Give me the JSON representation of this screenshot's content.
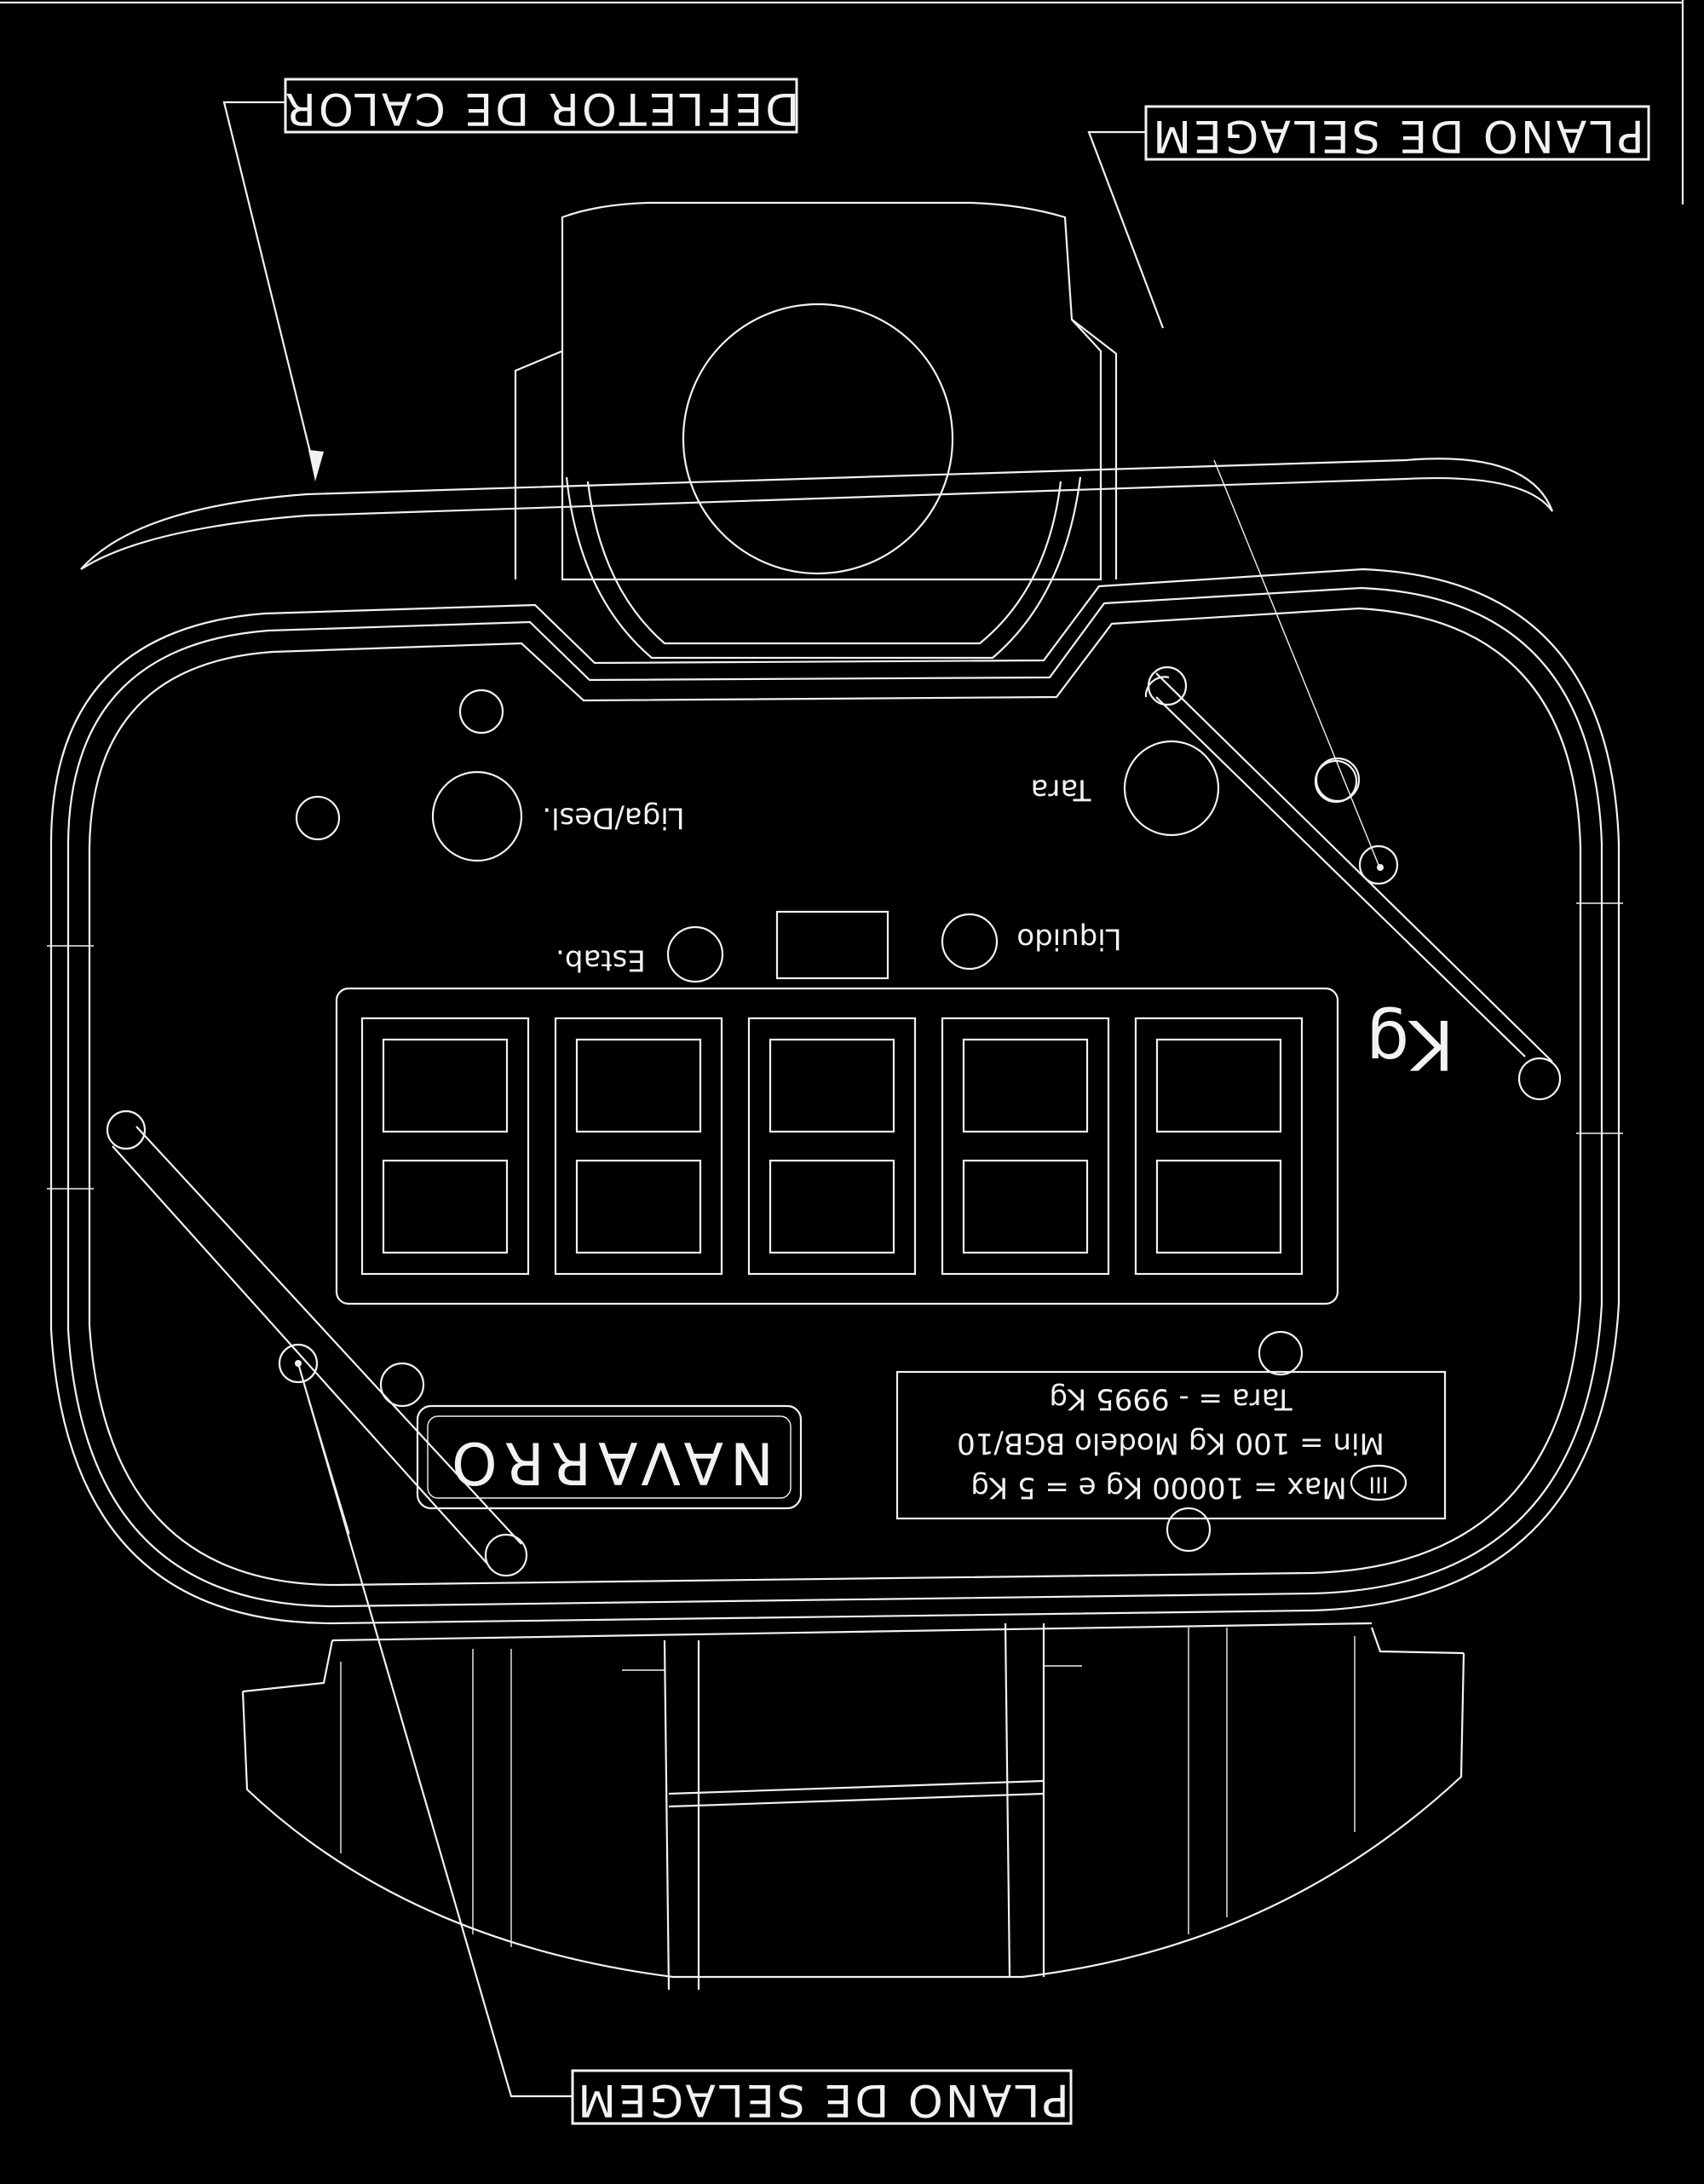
{
  "callouts": {
    "heat_deflector": "DEFLETOR DE CALOR",
    "sealing_plane_top": "PLANO DE SELAGEM",
    "sealing_plane_bottom": "PLANO DE SELAGEM"
  },
  "panel": {
    "on_off_label": "Liga/Desl.",
    "tare_label": "Tara",
    "stable_label": "Estab.",
    "net_label": "Liquido",
    "unit_label": "Kg",
    "display_digit_count": 5
  },
  "brand": {
    "name": "NAVARRO"
  },
  "spec_plate": {
    "tare": "Tara = - 9995 Kg",
    "min_model": "Min = 100 Kg    Modelo   BGB/10",
    "max_division": "Max = 10000 Kg   e  =  5 Kg",
    "accuracy_class_symbol": "III"
  }
}
